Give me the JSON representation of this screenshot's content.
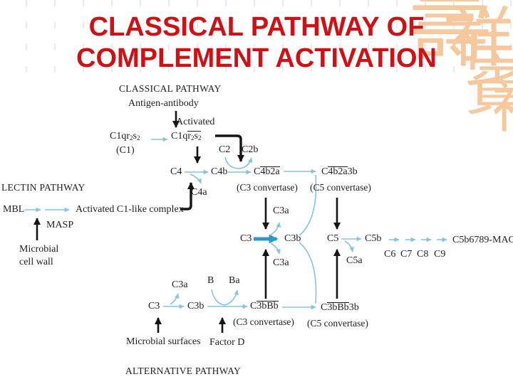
{
  "title": {
    "line1": "CLASSICAL PATHWAY OF",
    "line2": "COMPLEMENT ACTIVATION"
  },
  "watermark": {
    "chars": [
      "壽",
      "祥",
      "賓",
      "祥"
    ]
  },
  "colors": {
    "title_red": "#cf1115",
    "text_black": "#1e1e1e",
    "arrow_black": "#151515",
    "blue_arrow": "#85c3de",
    "blue_thick_arrow": "#2e96cf",
    "watermark_orange": "#f5c89e",
    "grid_line": "#ebebeb"
  },
  "labels": {
    "classical_heading": "CLASSICAL PATHWAY",
    "antigen_antibody": "Antigen-antibody",
    "c1": {
      "p1": "C1qr",
      "s1": "2",
      "p2": "s",
      "s2": "2",
      "name": "(C1)"
    },
    "activated": "Activated",
    "c1_act": {
      "pre": "C1q",
      "o1": "r",
      "s1": "2",
      "o2": "s",
      "s2": "2"
    },
    "c2": "C2",
    "c2b": "C2b",
    "c4": "C4",
    "c4b": "C4b",
    "c4a": "C4a",
    "c4b2a": {
      "pre": "C",
      "ovl": "4b2a"
    },
    "c4b2a3b": {
      "pre": "C",
      "ovl": "4b2a",
      "post": "3b"
    },
    "c3_convertase": "(C3 convertase)",
    "c5_convertase": "(C5 convertase)",
    "lectin_heading": "LECTIN PATHWAY",
    "mbl": "MBL",
    "masp": "MASP",
    "activated_c1_like": "Activated C1-like complex",
    "microbial_cell_wall_1": "Microbial",
    "microbial_cell_wall_2": "cell wall",
    "c3": "C3",
    "c3a": "C3a",
    "c3b": "C3b",
    "c5": "C5",
    "c5a": "C5a",
    "c5b": "C5b",
    "c6": "C6",
    "c7": "C7",
    "c8": "C8",
    "c9": "C9",
    "mac": "C5b6789-MAC",
    "b": "B",
    "ba": "Ba",
    "c3bBb": {
      "pre": "C",
      "ovl": "3bBb"
    },
    "c3bBb3b": {
      "pre": "C",
      "ovl": "3bBb",
      "post": "3b"
    },
    "microbial_surfaces": "Microbial surfaces",
    "factor_d": "Factor D",
    "alternative_heading": "ALTERNATIVE PATHWAY"
  }
}
